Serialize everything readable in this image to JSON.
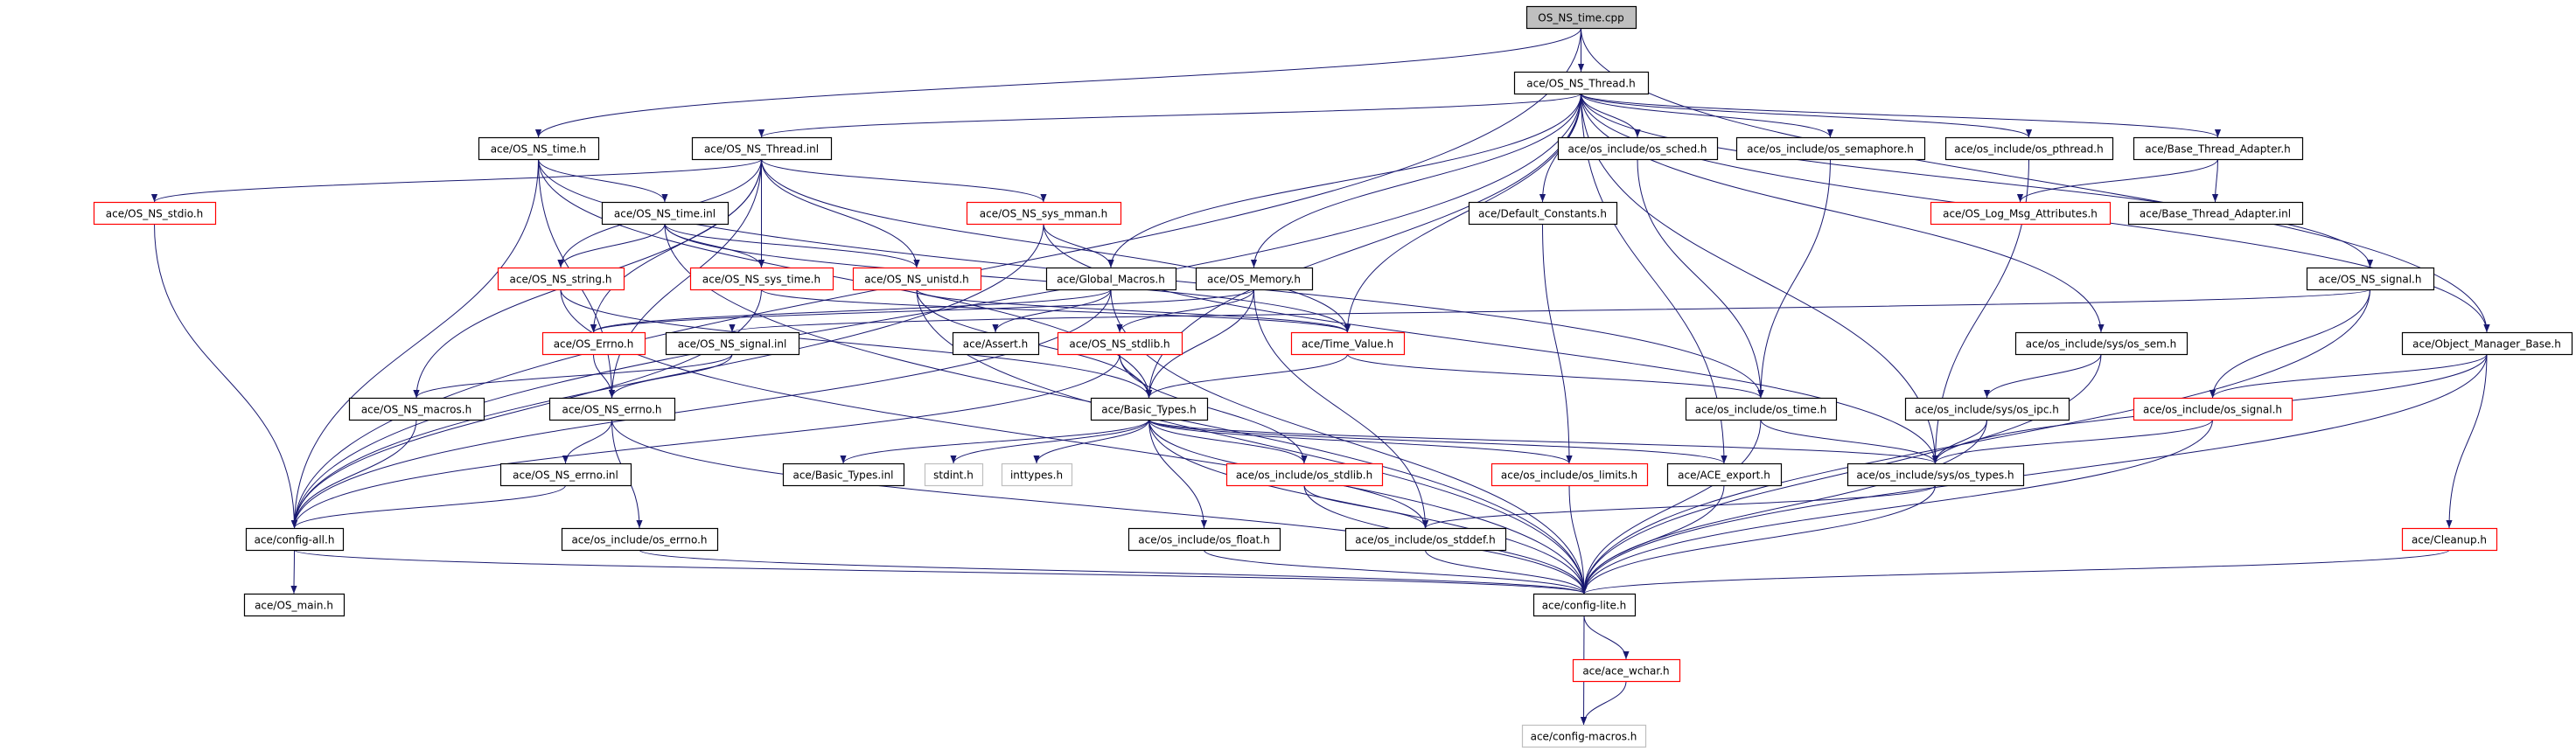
{
  "colors": {
    "edge": "#191970",
    "missing_border": "#ff0000",
    "external_border": "#bfbfbf",
    "root_fill": "#bfbfbf"
  },
  "nodes": [
    {
      "id": "cpp",
      "label": "OS_NS_time.cpp",
      "style": "root"
    },
    {
      "id": "thread_h",
      "label": "ace/OS_NS_Thread.h",
      "style": "normal"
    },
    {
      "id": "time_h",
      "label": "ace/OS_NS_time.h",
      "style": "normal"
    },
    {
      "id": "thread_inl",
      "label": "ace/OS_NS_Thread.inl",
      "style": "normal"
    },
    {
      "id": "sched",
      "label": "ace/os_include/os_sched.h",
      "style": "normal"
    },
    {
      "id": "semaphore",
      "label": "ace/os_include/os_semaphore.h",
      "style": "normal"
    },
    {
      "id": "pthread",
      "label": "ace/os_include/os_pthread.h",
      "style": "normal"
    },
    {
      "id": "bta_h",
      "label": "ace/Base_Thread_Adapter.h",
      "style": "normal"
    },
    {
      "id": "stdio",
      "label": "ace/OS_NS_stdio.h",
      "style": "red"
    },
    {
      "id": "time_inl",
      "label": "ace/OS_NS_time.inl",
      "style": "normal"
    },
    {
      "id": "mman",
      "label": "ace/OS_NS_sys_mman.h",
      "style": "red"
    },
    {
      "id": "defconst",
      "label": "ace/Default_Constants.h",
      "style": "normal"
    },
    {
      "id": "logmsg",
      "label": "ace/OS_Log_Msg_Attributes.h",
      "style": "red"
    },
    {
      "id": "bta_inl",
      "label": "ace/Base_Thread_Adapter.inl",
      "style": "normal"
    },
    {
      "id": "string",
      "label": "ace/OS_NS_string.h",
      "style": "red"
    },
    {
      "id": "systime",
      "label": "ace/OS_NS_sys_time.h",
      "style": "red"
    },
    {
      "id": "unistd",
      "label": "ace/OS_NS_unistd.h",
      "style": "red"
    },
    {
      "id": "globmac",
      "label": "ace/Global_Macros.h",
      "style": "normal"
    },
    {
      "id": "memory",
      "label": "ace/OS_Memory.h",
      "style": "normal"
    },
    {
      "id": "nssignal",
      "label": "ace/OS_NS_signal.h",
      "style": "normal"
    },
    {
      "id": "oserrno_cls",
      "label": "ace/OS_Errno.h",
      "style": "red"
    },
    {
      "id": "signal_inl",
      "label": "ace/OS_NS_signal.inl",
      "style": "normal"
    },
    {
      "id": "assert",
      "label": "ace/Assert.h",
      "style": "normal"
    },
    {
      "id": "nsstdlib",
      "label": "ace/OS_NS_stdlib.h",
      "style": "red"
    },
    {
      "id": "timevalue",
      "label": "ace/Time_Value.h",
      "style": "red"
    },
    {
      "id": "ossem",
      "label": "ace/os_include/sys/os_sem.h",
      "style": "normal"
    },
    {
      "id": "omb",
      "label": "ace/Object_Manager_Base.h",
      "style": "normal"
    },
    {
      "id": "macros",
      "label": "ace/OS_NS_macros.h",
      "style": "normal"
    },
    {
      "id": "nserrno",
      "label": "ace/OS_NS_errno.h",
      "style": "normal"
    },
    {
      "id": "basic",
      "label": "ace/Basic_Types.h",
      "style": "normal"
    },
    {
      "id": "ostime",
      "label": "ace/os_include/os_time.h",
      "style": "normal"
    },
    {
      "id": "ipc",
      "label": "ace/os_include/sys/os_ipc.h",
      "style": "normal"
    },
    {
      "id": "ossignal",
      "label": "ace/os_include/os_signal.h",
      "style": "red"
    },
    {
      "id": "errno_inl",
      "label": "ace/OS_NS_errno.inl",
      "style": "normal"
    },
    {
      "id": "basic_inl",
      "label": "ace/Basic_Types.inl",
      "style": "normal"
    },
    {
      "id": "stdint",
      "label": "stdint.h",
      "style": "gray"
    },
    {
      "id": "inttypes",
      "label": "inttypes.h",
      "style": "gray"
    },
    {
      "id": "osstdlib",
      "label": "ace/os_include/os_stdlib.h",
      "style": "red"
    },
    {
      "id": "limits",
      "label": "ace/os_include/os_limits.h",
      "style": "red"
    },
    {
      "id": "export",
      "label": "ace/ACE_export.h",
      "style": "normal"
    },
    {
      "id": "types",
      "label": "ace/os_include/sys/os_types.h",
      "style": "normal"
    },
    {
      "id": "configall",
      "label": "ace/config-all.h",
      "style": "normal"
    },
    {
      "id": "oserrno",
      "label": "ace/os_include/os_errno.h",
      "style": "normal"
    },
    {
      "id": "float",
      "label": "ace/os_include/os_float.h",
      "style": "normal"
    },
    {
      "id": "stddef",
      "label": "ace/os_include/os_stddef.h",
      "style": "normal"
    },
    {
      "id": "cleanup",
      "label": "ace/Cleanup.h",
      "style": "red"
    },
    {
      "id": "osmain",
      "label": "ace/OS_main.h",
      "style": "normal"
    },
    {
      "id": "lite",
      "label": "ace/config-lite.h",
      "style": "normal"
    },
    {
      "id": "wchar",
      "label": "ace/ace_wchar.h",
      "style": "red"
    },
    {
      "id": "cmacros",
      "label": "ace/config-macros.h",
      "style": "gray"
    }
  ],
  "edges": [
    [
      "cpp",
      "thread_h"
    ],
    [
      "cpp",
      "time_h"
    ],
    [
      "cpp",
      "configall"
    ],
    [
      "cpp",
      "omb"
    ],
    [
      "thread_h",
      "thread_inl"
    ],
    [
      "thread_h",
      "sched"
    ],
    [
      "thread_h",
      "semaphore"
    ],
    [
      "thread_h",
      "pthread"
    ],
    [
      "thread_h",
      "bta_h"
    ],
    [
      "thread_h",
      "defconst"
    ],
    [
      "thread_h",
      "globmac"
    ],
    [
      "thread_h",
      "memory"
    ],
    [
      "thread_h",
      "nssignal"
    ],
    [
      "thread_h",
      "omb"
    ],
    [
      "thread_h",
      "ossem"
    ],
    [
      "thread_h",
      "basic"
    ],
    [
      "thread_h",
      "export"
    ],
    [
      "thread_h",
      "configall"
    ],
    [
      "thread_h",
      "types"
    ],
    [
      "thread_h",
      "timevalue"
    ],
    [
      "time_h",
      "time_inl"
    ],
    [
      "time_h",
      "configall"
    ],
    [
      "time_h",
      "nserrno"
    ],
    [
      "time_h",
      "basic"
    ],
    [
      "time_h",
      "ostime"
    ],
    [
      "thread_inl",
      "stdio"
    ],
    [
      "thread_inl",
      "string"
    ],
    [
      "thread_inl",
      "systime"
    ],
    [
      "thread_inl",
      "unistd"
    ],
    [
      "thread_inl",
      "mman"
    ],
    [
      "thread_inl",
      "nserrno"
    ],
    [
      "thread_inl",
      "macros"
    ],
    [
      "thread_inl",
      "timevalue"
    ],
    [
      "thread_inl",
      "oserrno_cls"
    ],
    [
      "stdio",
      "configall"
    ],
    [
      "time_inl",
      "string"
    ],
    [
      "time_inl",
      "systime"
    ],
    [
      "time_inl",
      "unistd"
    ],
    [
      "time_inl",
      "timevalue"
    ],
    [
      "time_inl",
      "lite"
    ],
    [
      "mman",
      "globmac"
    ],
    [
      "mman",
      "configall"
    ],
    [
      "mman",
      "types"
    ],
    [
      "string",
      "basic"
    ],
    [
      "string",
      "lite"
    ],
    [
      "systime",
      "timevalue"
    ],
    [
      "systime",
      "configall"
    ],
    [
      "unistd",
      "basic"
    ],
    [
      "unistd",
      "timevalue"
    ],
    [
      "unistd",
      "lite"
    ],
    [
      "globmac",
      "assert"
    ],
    [
      "globmac",
      "oserrno_cls"
    ],
    [
      "globmac",
      "lite"
    ],
    [
      "globmac",
      "configall"
    ],
    [
      "memory",
      "nsstdlib"
    ],
    [
      "memory",
      "basic"
    ],
    [
      "memory",
      "stddef"
    ],
    [
      "memory",
      "oserrno_cls"
    ],
    [
      "nssignal",
      "signal_inl"
    ],
    [
      "nssignal",
      "ossignal"
    ],
    [
      "nssignal",
      "lite"
    ],
    [
      "oserrno_cls",
      "nserrno"
    ],
    [
      "signal_inl",
      "nserrno"
    ],
    [
      "signal_inl",
      "macros"
    ],
    [
      "nsstdlib",
      "basic"
    ],
    [
      "nsstdlib",
      "configall"
    ],
    [
      "nsstdlib",
      "osstdlib"
    ],
    [
      "timevalue",
      "basic"
    ],
    [
      "timevalue",
      "ostime"
    ],
    [
      "ossem",
      "ipc"
    ],
    [
      "ossem",
      "lite"
    ],
    [
      "omb",
      "ossignal"
    ],
    [
      "omb",
      "types"
    ],
    [
      "omb",
      "cleanup"
    ],
    [
      "omb",
      "lite"
    ],
    [
      "sched",
      "ostime"
    ],
    [
      "semaphore",
      "ostime"
    ],
    [
      "pthread",
      "types"
    ],
    [
      "bta_h",
      "logmsg"
    ],
    [
      "bta_h",
      "bta_inl"
    ],
    [
      "defconst",
      "limits"
    ],
    [
      "macros",
      "configall"
    ],
    [
      "nserrno",
      "errno_inl"
    ],
    [
      "nserrno",
      "oserrno"
    ],
    [
      "nserrno",
      "lite"
    ],
    [
      "errno_inl",
      "configall"
    ],
    [
      "basic",
      "basic_inl"
    ],
    [
      "basic",
      "stdint"
    ],
    [
      "basic",
      "inttypes"
    ],
    [
      "basic",
      "osstdlib"
    ],
    [
      "basic",
      "limits"
    ],
    [
      "basic",
      "export"
    ],
    [
      "basic",
      "float"
    ],
    [
      "basic",
      "stddef"
    ],
    [
      "basic",
      "lite"
    ],
    [
      "basic",
      "types"
    ],
    [
      "ostime",
      "types"
    ],
    [
      "ostime",
      "lite"
    ],
    [
      "ipc",
      "types"
    ],
    [
      "ipc",
      "lite"
    ],
    [
      "ossignal",
      "types"
    ],
    [
      "ossignal",
      "lite"
    ],
    [
      "types",
      "stddef"
    ],
    [
      "types",
      "lite"
    ],
    [
      "osstdlib",
      "stddef"
    ],
    [
      "osstdlib",
      "lite"
    ],
    [
      "limits",
      "lite"
    ],
    [
      "export",
      "lite"
    ],
    [
      "float",
      "lite"
    ],
    [
      "stddef",
      "lite"
    ],
    [
      "oserrno",
      "lite"
    ],
    [
      "configall",
      "lite"
    ],
    [
      "configall",
      "osmain"
    ],
    [
      "cleanup",
      "lite"
    ],
    [
      "lite",
      "wchar"
    ],
    [
      "lite",
      "cmacros"
    ],
    [
      "wchar",
      "cmacros"
    ]
  ]
}
